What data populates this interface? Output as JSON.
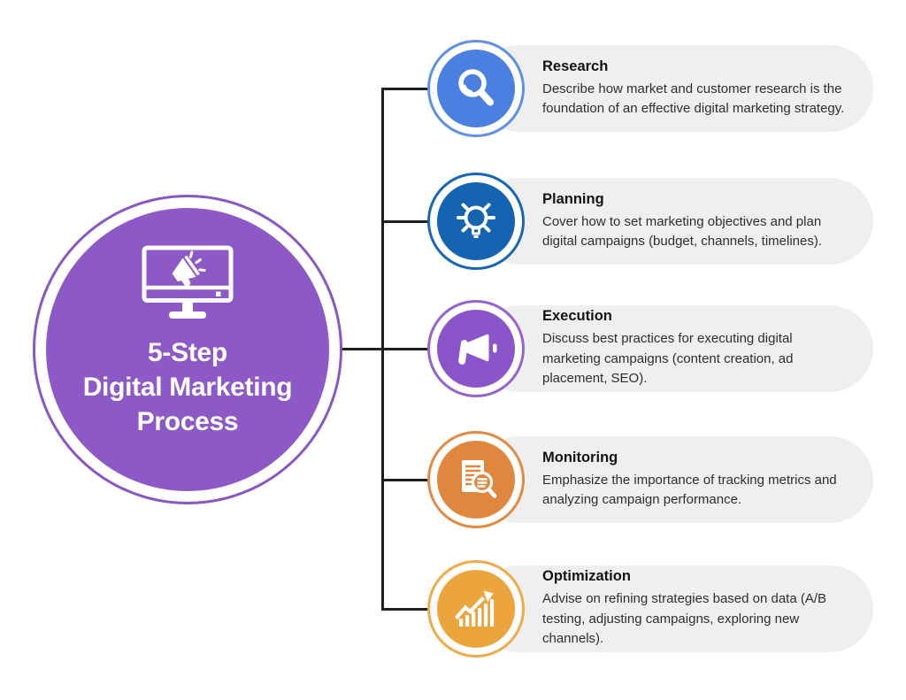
{
  "background_color": "#ffffff",
  "connector": {
    "color": "#1f1f1f"
  },
  "card": {
    "background_color": "#efeff0"
  },
  "center": {
    "icon": "computer-megaphone-icon",
    "title": "5-Step Digital Marketing Process",
    "title_lines": [
      "5-Step",
      "Digital Marketing",
      "Process"
    ],
    "fill_color": "#8c59c7",
    "ring_color": "#8956c5",
    "text_color": "#ffffff"
  },
  "steps": [
    {
      "title": "Research",
      "description": "Describe how market and customer research is the foundation of an effective digital marketing strategy.",
      "icon": "magnifying-glass-icon",
      "fill_color": "#4b80e1",
      "ring_color": "#5e90e8"
    },
    {
      "title": "Planning",
      "description": "Cover how to set marketing objectives and plan digital campaigns (budget, channels, timelines).",
      "icon": "lightbulb-icon",
      "fill_color": "#1564b2",
      "ring_color": "#1766b6"
    },
    {
      "title": "Execution",
      "description": "Discuss best practices for executing digital marketing campaigns (content creation, ad placement, SEO).",
      "icon": "megaphone-icon",
      "fill_color": "#8a55c9",
      "ring_color": "#9463cf"
    },
    {
      "title": "Monitoring",
      "description": "Emphasize the importance of tracking metrics and analyzing campaign performance.",
      "icon": "report-magnifier-icon",
      "fill_color": "#e0873f",
      "ring_color": "#e28942"
    },
    {
      "title": "Optimization",
      "description": "Advise on refining strategies based on data (A/B testing, adjusting campaigns, exploring new channels).",
      "icon": "growth-chart-icon",
      "fill_color": "#eca43c",
      "ring_color": "#eeab49"
    }
  ]
}
